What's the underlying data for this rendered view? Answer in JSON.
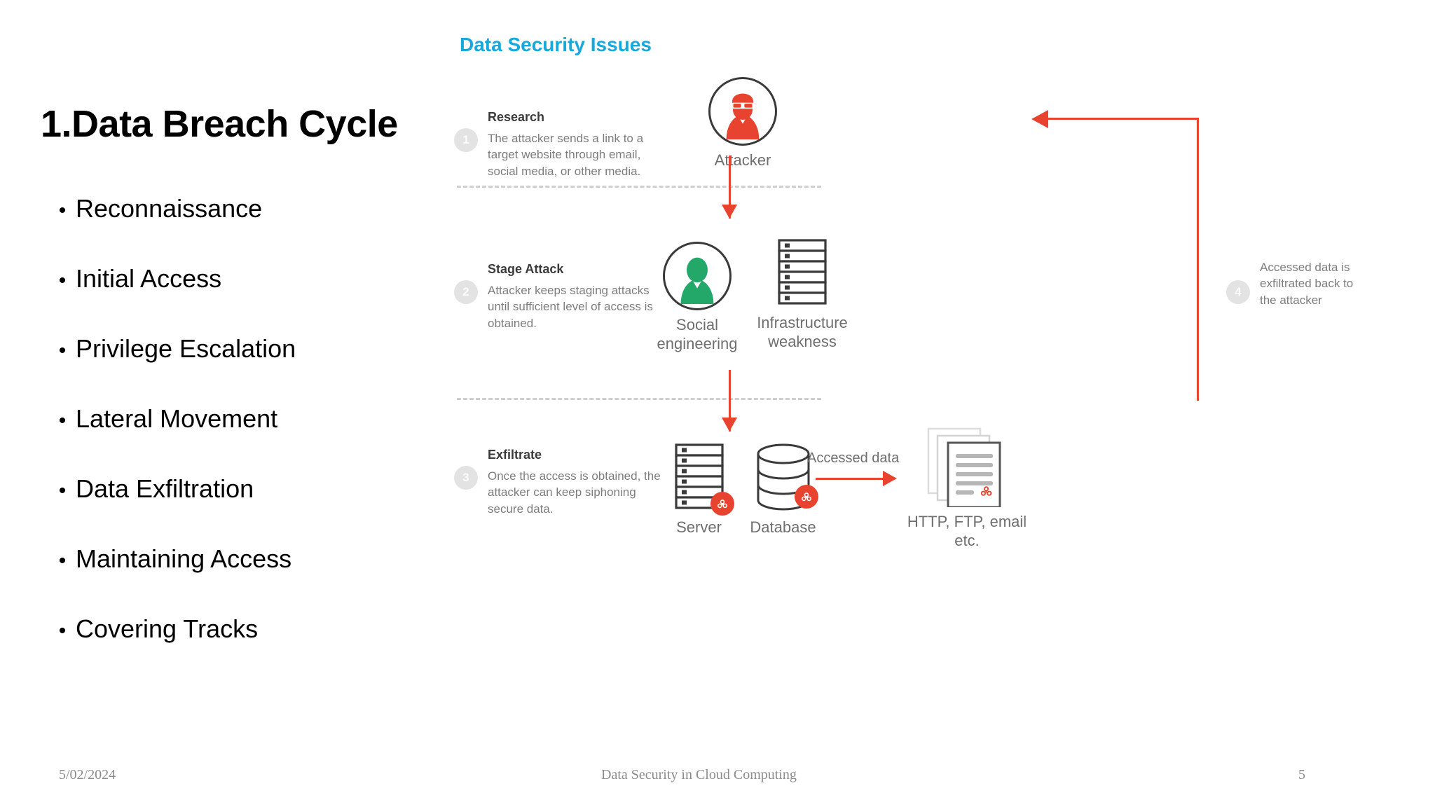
{
  "slide": {
    "title": "1.Data Breach Cycle",
    "bullets": [
      "Reconnaissance",
      "Initial Access",
      "Privilege Escalation",
      "Lateral Movement",
      "Data Exfiltration",
      "Maintaining Access",
      "Covering Tracks"
    ],
    "bullet_marker": "•"
  },
  "diagram": {
    "title": "Data Security Issues",
    "title_color": "#17a8dd",
    "accent_red": "#e8432e",
    "accent_green": "#23a86a",
    "steps": [
      {
        "number": "1",
        "title": "Research",
        "description": "The attacker sends a link to a target website through email, social media, or other media."
      },
      {
        "number": "2",
        "title": "Stage Attack",
        "description": "Attacker keeps staging attacks until sufficient level of access is obtained."
      },
      {
        "number": "3",
        "title": "Exfiltrate",
        "description": "Once the access is obtained, the attacker can keep siphoning secure data."
      },
      {
        "number": "4",
        "title": "",
        "description": "Accessed data is exfiltrated back to the attacker"
      }
    ],
    "nodes": {
      "attacker": {
        "label": "Attacker",
        "icon": "attacker-icon"
      },
      "social_engineering": {
        "label": "Social\nengineering",
        "icon": "person-icon"
      },
      "infrastructure_weakness": {
        "label": "Infrastructure\nweakness",
        "icon": "server-rack-icon"
      },
      "server": {
        "label": "Server",
        "icon": "server-rack-icon"
      },
      "database": {
        "label": "Database",
        "icon": "database-icon"
      },
      "destination": {
        "label": "HTTP, FTP, email\netc.",
        "icon": "documents-icon"
      }
    },
    "edge_labels": {
      "accessed_data": "Accessed data"
    }
  },
  "footer": {
    "date": "5/02/2024",
    "center": "Data Security in Cloud Computing",
    "page": "5"
  }
}
